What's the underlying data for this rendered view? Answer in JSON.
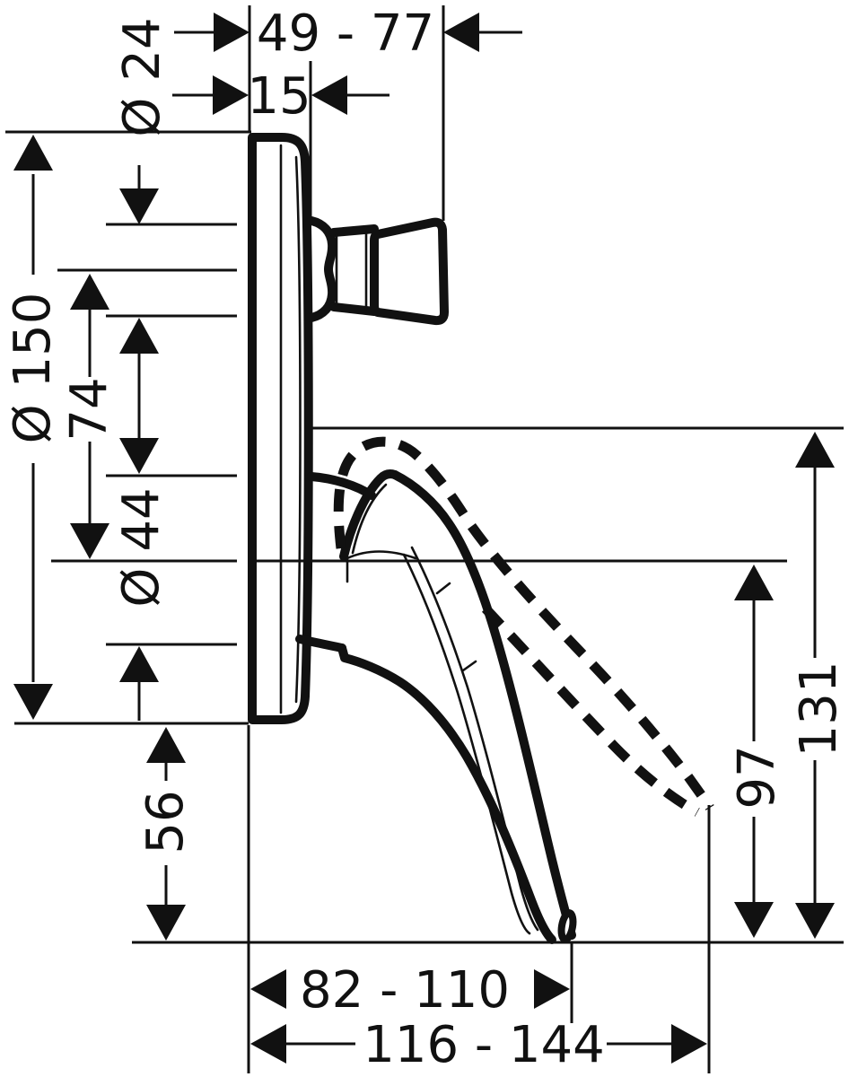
{
  "drawing": {
    "kind": "faucet-installation-dimension-drawing",
    "dimensions": {
      "stub_projection_range": "49 - 77",
      "plate_front_offset": "15",
      "stub_diameter": "Ø 24",
      "escutcheon_diameter": "Ø 150",
      "stub_axis_to_handle_axis": "74",
      "handle_hub_diameter": "Ø 44",
      "below_escutcheon": "56",
      "handle_raised_height": "131",
      "handle_axis_height": "97",
      "handle_reach_range_min": "82 - 110",
      "handle_reach_range_max": "116 - 144"
    },
    "colors": {
      "ink": "#111111",
      "background": "#ffffff"
    }
  }
}
